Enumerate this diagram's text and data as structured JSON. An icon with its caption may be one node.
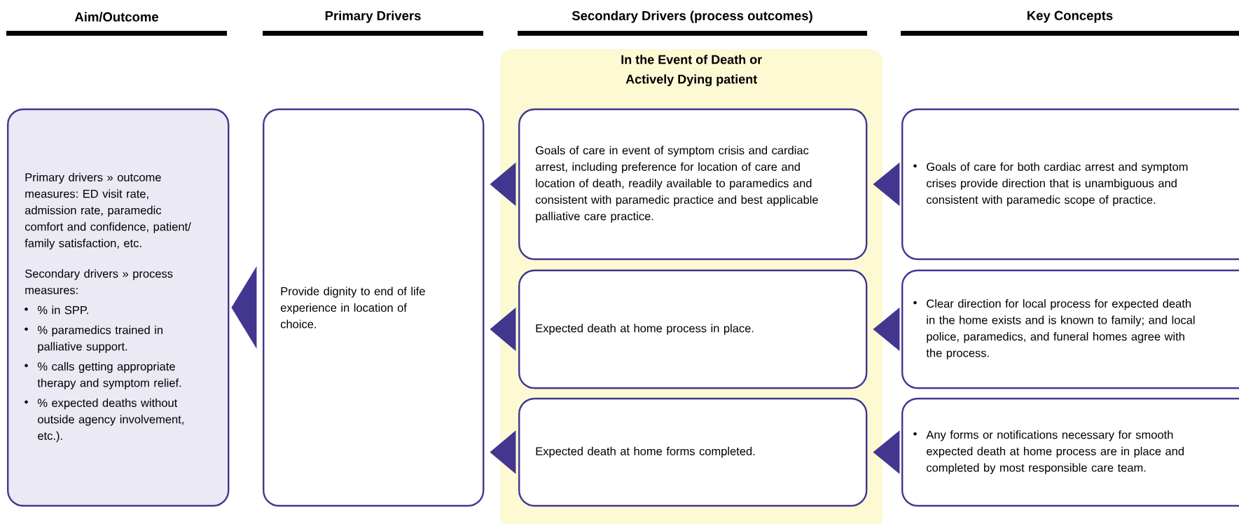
{
  "diagram": {
    "nodes": [
      {
        "text": [
          "Primary drivers » outcome measures: ED visit rate, admission rate, paramedic comfort and confidence, patient/ family satisfaction, etc.",
          "Secondary drivers » process measures:",
          "% in SPP.",
          "% paramedics trained in palliative support.",
          "% calls getting appropriate therapy and symptom relief.",
          "% expected deaths without outside agency involvement, etc.)."
        ]
      },
      {
        "text": [
          "Provide dignity to end of life experience in location of choice."
        ]
      },
      {
        "text": [
          "In the Event of Death or Actively Dying patient"
        ]
      },
      {
        "text": [
          "Goals of care in event of symptom crisis and cardiac arrest, including preference for location of care and location of death, readily available to paramedics and consistent with paramedic practice and best applicable palliative care practice."
        ],
        "in": 2
      },
      {
        "text": [
          "Expected death at home process in place."
        ],
        "in": 2
      },
      {
        "text": [
          "Expected death at home forms completed."
        ],
        "in": 2
      },
      {
        "text": [
          "Goals of care for both cardiac arrest and symptom crises provide direction that is unambiguous and consistent with paramedic scope of practice."
        ]
      },
      {
        "text": [
          "Clear direction for local process for expected death in the home exists and is known to family; and local police, paramedics, and funeral homes agree with the process."
        ]
      },
      {
        "text": [
          "Any forms or notifications necessary for smooth expected death at home process are in place and completed by most responsible care team."
        ]
      }
    ],
    "edges": [
      {
        "from": 1,
        "to": 0,
        "arrow": "to"
      },
      {
        "from": 3,
        "to": 1,
        "arrow": "to"
      },
      {
        "from": 4,
        "to": 1,
        "arrow": "to"
      },
      {
        "from": 5,
        "to": 1,
        "arrow": "to"
      },
      {
        "from": 6,
        "to": 3,
        "arrow": "to"
      },
      {
        "from": 7,
        "to": 4,
        "arrow": "to"
      },
      {
        "from": 8,
        "to": 5,
        "arrow": "to"
      }
    ],
    "labels": [
      "Aim/Outcome",
      "Primary Drivers",
      "Secondary Drivers (process outcomes)",
      "Key Concepts"
    ]
  }
}
